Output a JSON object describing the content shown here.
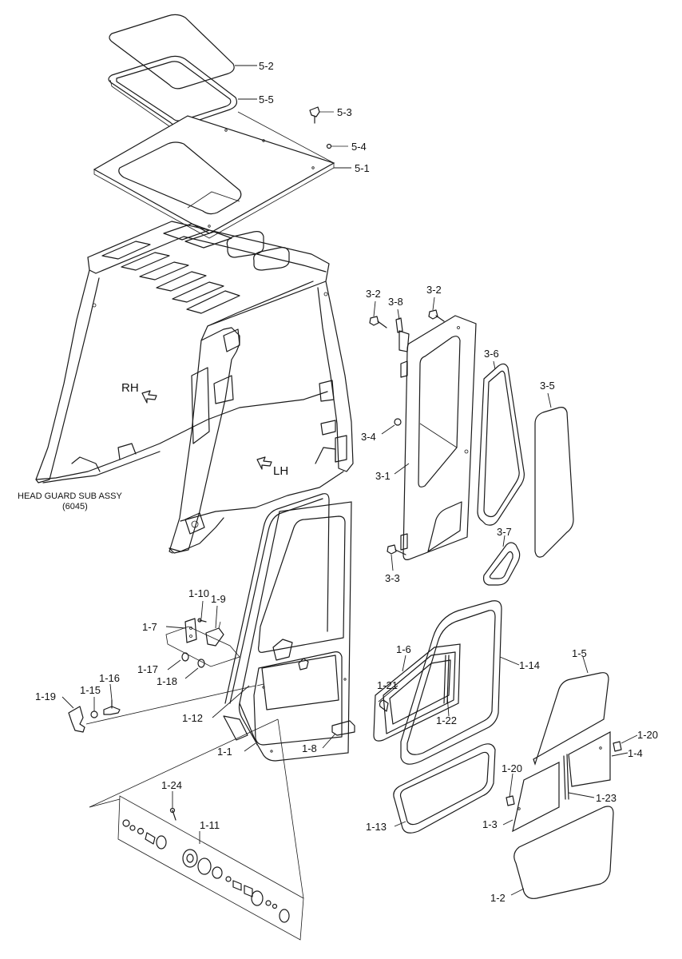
{
  "labels": {
    "p5_2": "5-2",
    "p5_5": "5-5",
    "p5_3": "5-3",
    "p5_4": "5-4",
    "p5_1": "5-1",
    "p3_2a": "3-2",
    "p3_8": "3-8",
    "p3_2b": "3-2",
    "p3_6": "3-6",
    "p3_5": "3-5",
    "p3_4": "3-4",
    "p3_1": "3-1",
    "p3_7": "3-7",
    "p3_3": "3-3",
    "p1_10": "1-10",
    "p1_9": "1-9",
    "p1_7": "1-7",
    "p1_17": "1-17",
    "p1_18": "1-18",
    "p1_16": "1-16",
    "p1_15": "1-15",
    "p1_19": "1-19",
    "p1_12": "1-12",
    "p1_1": "1-1",
    "p1_8": "1-8",
    "p1_6": "1-6",
    "p1_21": "1-21",
    "p1_22": "1-22",
    "p1_14": "1-14",
    "p1_5": "1-5",
    "p1_20a": "1-20",
    "p1_4": "1-4",
    "p1_20b": "1-20",
    "p1_23": "1-23",
    "p1_3": "1-3",
    "p1_13": "1-13",
    "p1_2": "1-2",
    "p1_24": "1-24",
    "p1_11": "1-11"
  },
  "annotations": {
    "rh": "RH",
    "lh": "LH",
    "head_guard_title": "HEAD GUARD SUB ASSY",
    "head_guard_code": "(6045)"
  }
}
